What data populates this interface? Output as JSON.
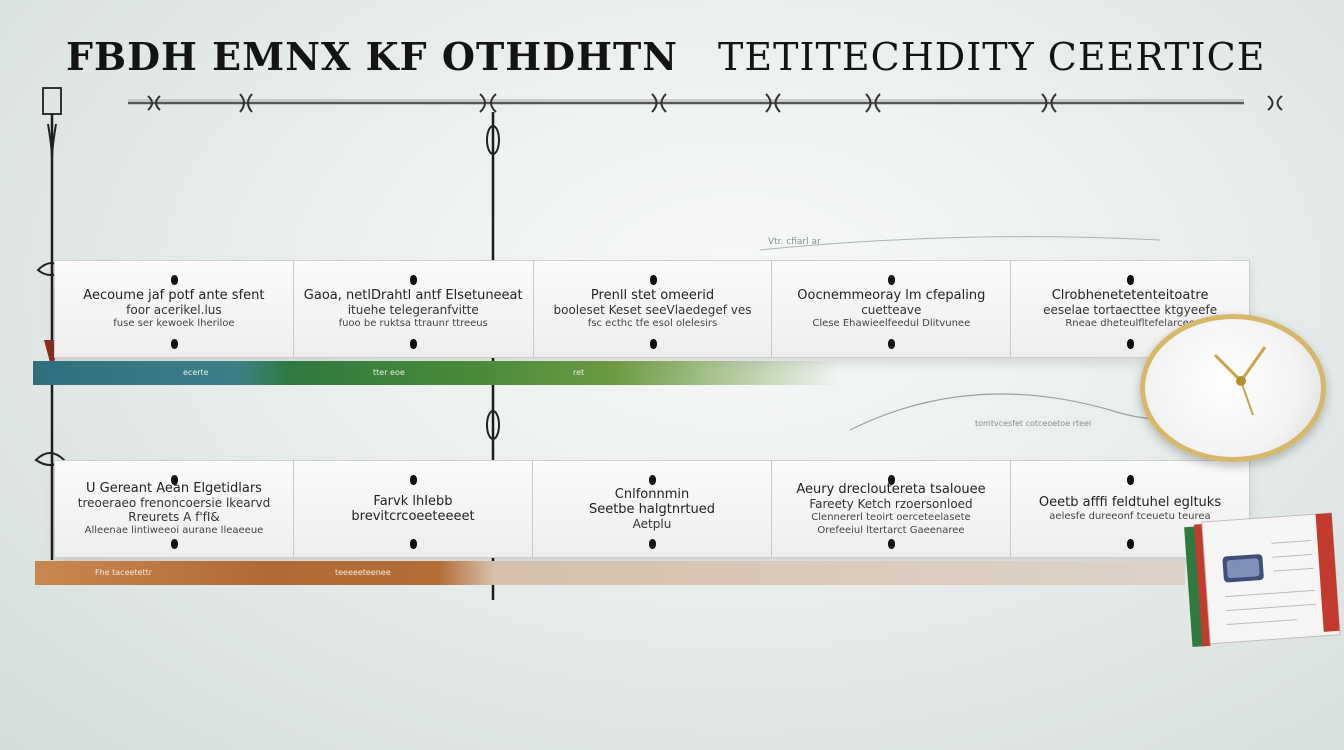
{
  "title": {
    "part1": "FBDH EMNX KF OTHDHTN",
    "part2": "TETITECHDITY CEERTICE"
  },
  "timeline": {
    "rows": [
      {
        "events": [
          {
            "lines": [
              "Aecoume jaf potf ante sfent",
              "foor acerikel.lus",
              "fuse ser kewoek lheriloe"
            ]
          },
          {
            "lines": [
              "Gaoa, netlDrahtl antf Elsetuneeat",
              "ituehe telegeranfvitte",
              "fuoo be ruktsa ttraunr ttreeus"
            ]
          },
          {
            "lines": [
              "Prenll stet omeerid",
              "booleset Keset seeVlaedegef ves",
              "fsc ecthc tfe esol olelesirs"
            ]
          },
          {
            "lines": [
              "Oocnemmeoray lm cfepaling",
              "cuetteave",
              "Clese Ehawieelfeedul Dlitvunee"
            ]
          },
          {
            "lines": [
              "Clrobhenetetenteitoatre",
              "eeselae tortaecttee ktgyeefe",
              "Rneae dheteulfltefelarcee"
            ]
          }
        ]
      },
      {
        "events": [
          {
            "lines": [
              "U Gereant Aean Elgetidlars",
              "treoeraeo frenoncoersie lkearvd",
              "Rreurets A f'fI&",
              "Alleenae lintiweeoi aurane lleaeeue"
            ]
          },
          {
            "lines": [
              "Farvk lhIebb",
              "brevitcrcoeeteeeet"
            ]
          },
          {
            "lines": [
              "Cnlfonnmin",
              "Seetbe halgtnrtued",
              "Aetplu"
            ]
          },
          {
            "lines": [
              "Aeury drecloutereta tsalouee",
              "Fareety Ketch rzoersonloed",
              "Clennererl teoirt oerceteelasete",
              "Orefeeiul ltertarct Gaeenaree"
            ]
          },
          {
            "lines": [
              "Oeetb afffi feldtuhel egltuks",
              "aelesfe dureeonf tceuetu teurea"
            ]
          }
        ]
      }
    ]
  },
  "bands": {
    "top": [
      "ecerte",
      "tter eoe",
      "ret"
    ],
    "bottom": [
      "Fhe taceetettr",
      "teeeeeteenee"
    ]
  },
  "annotations": [
    "Vtr. cfiarl ar",
    "tomtvcesfet cotceoetoe rteel"
  ],
  "colors": {
    "accent_teal": "#2f6f7f",
    "accent_green": "#4b8a3a",
    "accent_orange": "#b26a34",
    "clock_rim": "#d8b769"
  }
}
